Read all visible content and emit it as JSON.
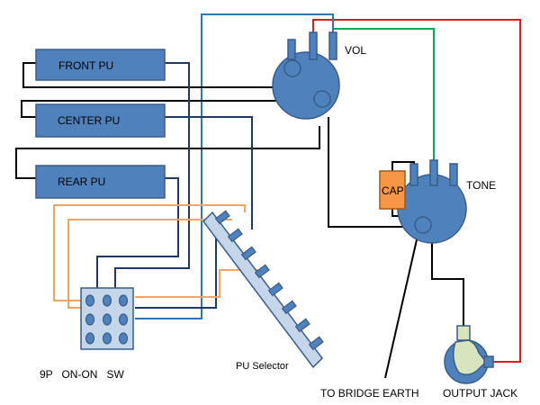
{
  "pickups": {
    "front": "FRONT  PU",
    "center": "CENTER PU",
    "rear": "REAR PU"
  },
  "pots": {
    "volume": "VOL",
    "tone": "TONE"
  },
  "capacitor": "CAP",
  "switch": "9P   ON-ON   SW",
  "selector": "PU  Selector",
  "bridge_earth": "TO BRIDGE EARTH",
  "output_jack": "OUTPUT  JACK",
  "colors": {
    "pickup_fill": "#4f81bd",
    "pickup_stroke": "#385d8a",
    "pot_fill": "#4f81bd",
    "switch_fill": "#c5d5ea",
    "cap_fill": "#f79646",
    "jack_body": "#d8e4bc",
    "wire_black": "#000000",
    "wire_navy": "#1f3864",
    "wire_blue": "#2e75b6",
    "wire_red": "#e31a1c",
    "wire_green": "#00b050",
    "wire_orange": "#f4a460"
  }
}
